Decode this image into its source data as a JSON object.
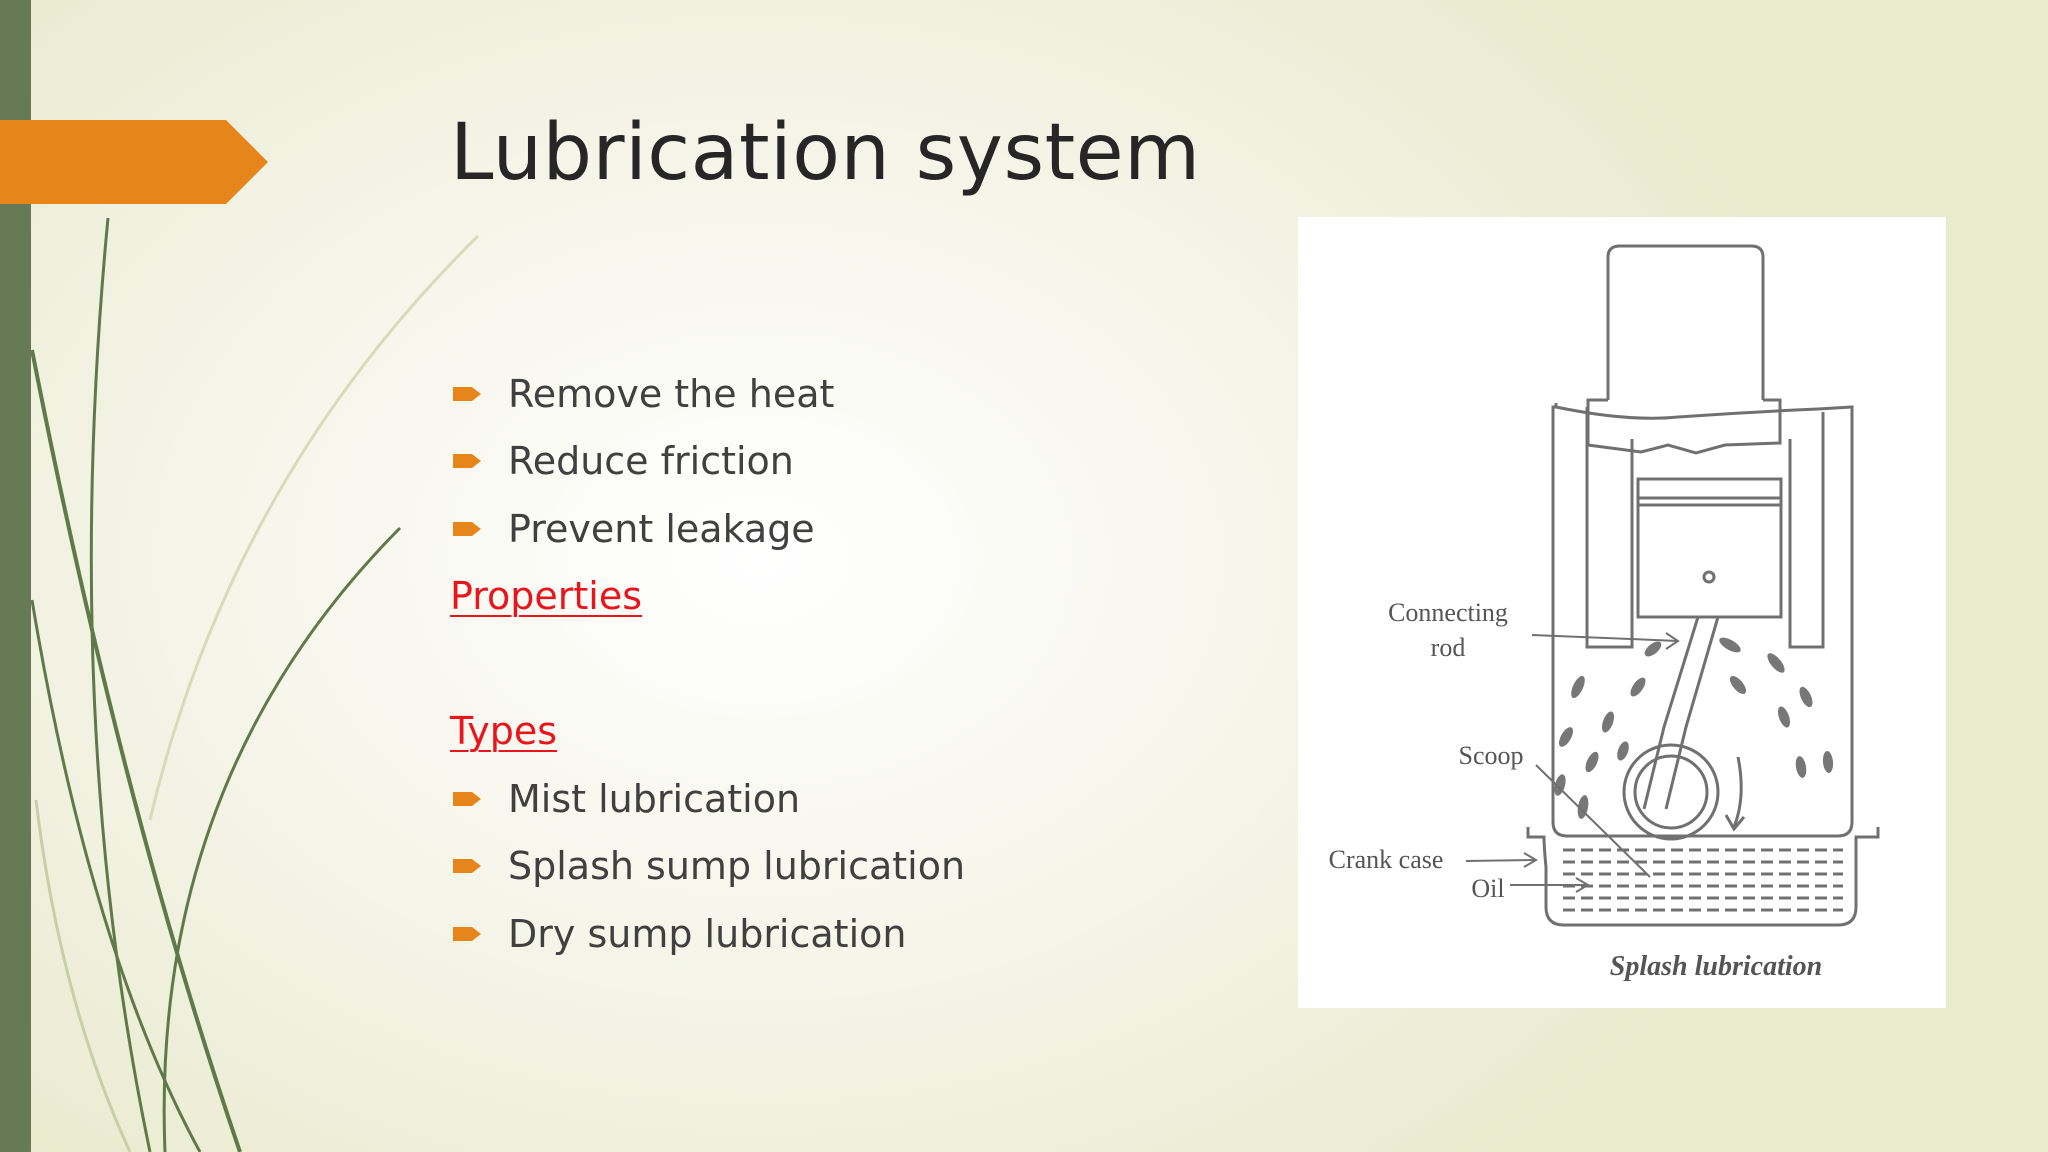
{
  "slide": {
    "title": "Lubrication system",
    "items": [
      {
        "kind": "bullet",
        "text": "Remove the heat"
      },
      {
        "kind": "bullet",
        "text": "Reduce friction"
      },
      {
        "kind": "bullet",
        "text": "Prevent leakage"
      },
      {
        "kind": "heading",
        "text": "Properties"
      },
      {
        "kind": "blank",
        "text": ""
      },
      {
        "kind": "heading",
        "text": "Types"
      },
      {
        "kind": "bullet",
        "text": "Mist lubrication"
      },
      {
        "kind": "bullet",
        "text": "Splash sump lubrication"
      },
      {
        "kind": "bullet",
        "text": "Dry sump lubrication"
      }
    ],
    "bullet_icon": "orange-arrow-bullet-icon"
  },
  "figure": {
    "labels": {
      "connecting_rod_line1": "Connecting",
      "connecting_rod_line2": "rod",
      "scoop": "Scoop",
      "crank_case": "Crank case",
      "oil": "Oil"
    },
    "caption": "Splash lubrication"
  },
  "colors": {
    "accent": "#e6861a",
    "sidebar": "#667a55",
    "heading_link": "#e8161c",
    "title_text": "#262626",
    "body_text": "#404040"
  }
}
